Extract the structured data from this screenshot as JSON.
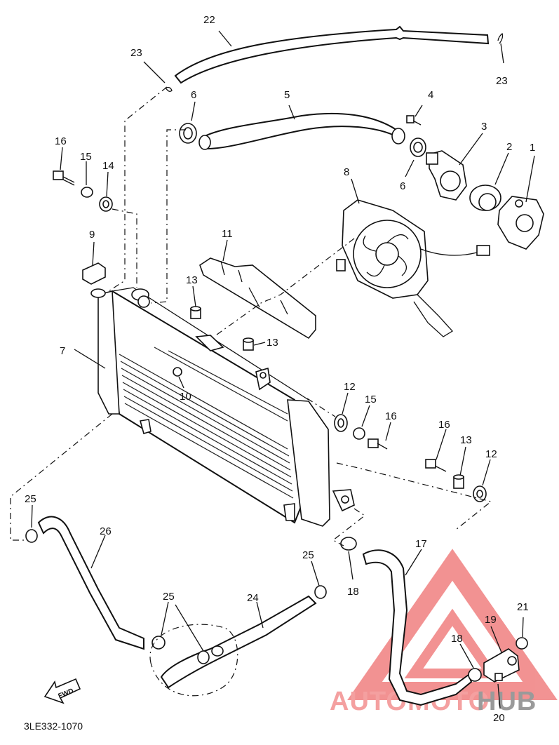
{
  "diagram_code": "3LE332-1070",
  "fwd_label": "FWD",
  "watermark": {
    "part1": "AUTOMOTO",
    "part2": "HUB",
    "color1": "#f4a0a0",
    "color2": "#9a9a9a",
    "logo_color": "#f08080"
  },
  "callouts": {
    "c1": "1",
    "c2": "2",
    "c3": "3",
    "c4": "4",
    "c5": "5",
    "c6a": "6",
    "c6b": "6",
    "c7": "7",
    "c8": "8",
    "c9": "9",
    "c10": "10",
    "c11": "11",
    "c12a": "12",
    "c12b": "12",
    "c13a": "13",
    "c13b": "13",
    "c13c": "13",
    "c14": "14",
    "c15a": "15",
    "c15b": "15",
    "c16a": "16",
    "c16b": "16",
    "c16c": "16",
    "c17": "17",
    "c18a": "18",
    "c18b": "18",
    "c19": "19",
    "c20": "20",
    "c21": "21",
    "c22": "22",
    "c23a": "23",
    "c23b": "23",
    "c24": "24",
    "c25a": "25",
    "c25b": "25",
    "c25c": "25",
    "c26": "26"
  }
}
